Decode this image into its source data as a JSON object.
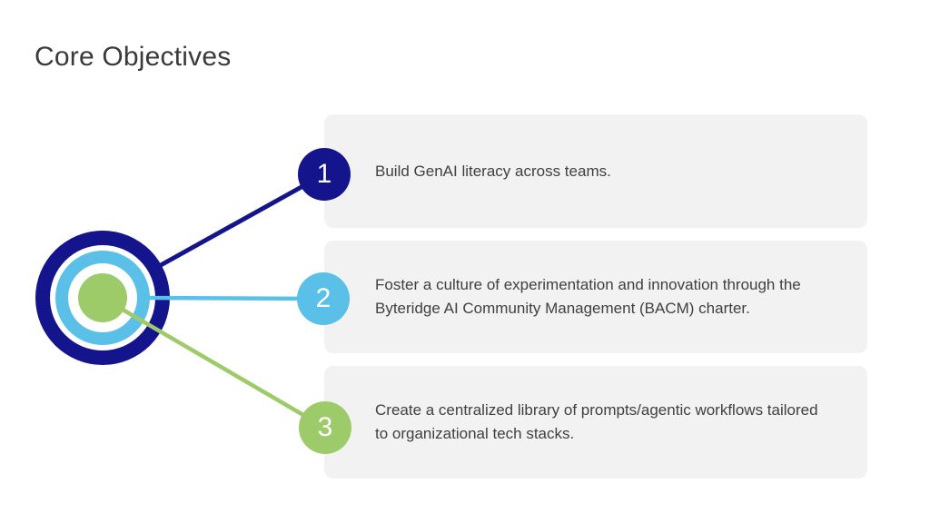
{
  "slide": {
    "title": "Core Objectives"
  },
  "colors": {
    "navy": "#14148c",
    "light_blue": "#5bc0e7",
    "green": "#9ecb69",
    "white": "#ffffff",
    "card_background": "#f2f2f2",
    "title_text": "#3a3a3a",
    "body_text": "#404040"
  },
  "bullseye": {
    "description": "concentric target rings: navy, white, light-blue, white, green core"
  },
  "objectives": [
    {
      "number": "1",
      "text": "Build GenAI literacy across teams.",
      "accent": "#14148c"
    },
    {
      "number": "2",
      "text": "Foster a culture of experimentation and innovation through the Byteridge AI Community Management (BACM) charter.",
      "accent": "#5bc0e7"
    },
    {
      "number": "3",
      "text": "Create a centralized library of prompts/agentic workflows tailored to organizational tech stacks.",
      "accent": "#9ecb69"
    }
  ]
}
